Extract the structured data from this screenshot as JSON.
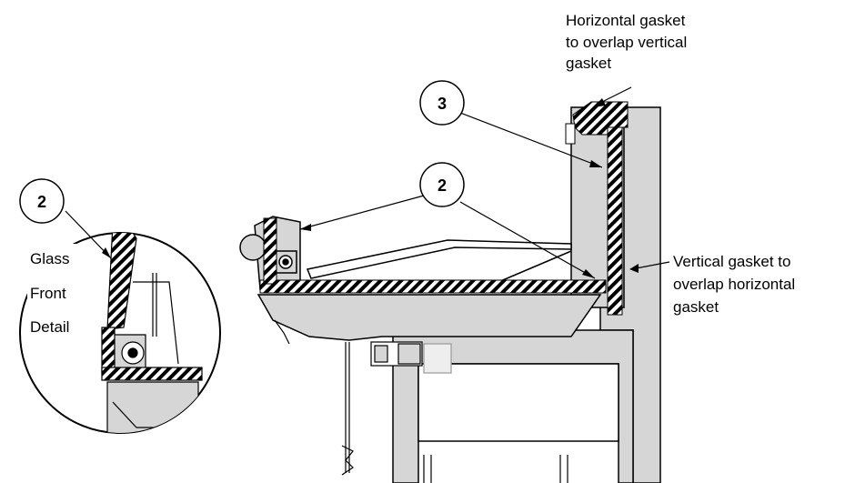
{
  "callouts": {
    "three": "3",
    "two_main": "2",
    "two_detail": "2"
  },
  "labels": {
    "horizontal_gasket": [
      "Horizontal gasket",
      "to overlap vertical",
      "gasket"
    ],
    "vertical_gasket": [
      "Vertical gasket to",
      "overlap horizontal",
      "gasket"
    ],
    "glass_front_detail": [
      "Glass",
      "Front",
      "Detail"
    ]
  },
  "colors": {
    "case_fill": "#d6d6d6",
    "line": "#000000",
    "hatch": "#000000"
  }
}
